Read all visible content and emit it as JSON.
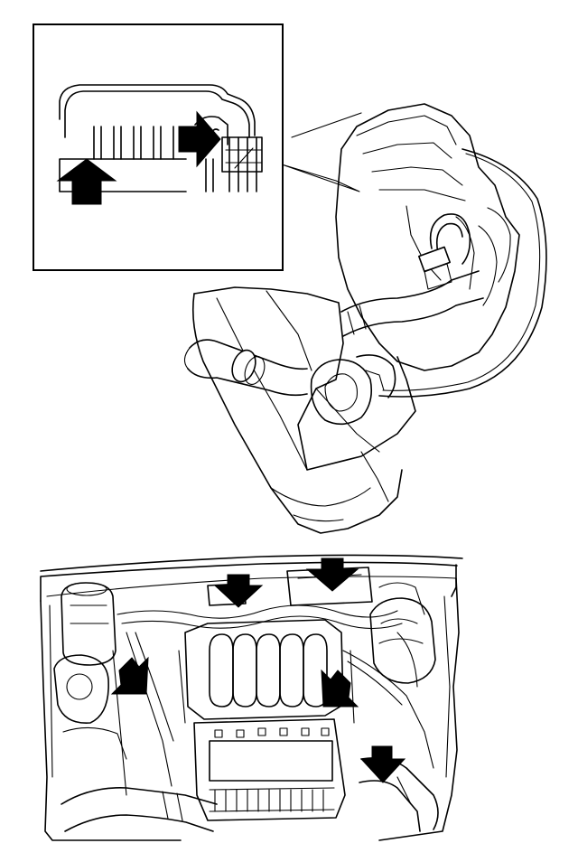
{
  "figure": {
    "colors": {
      "line": "#000000",
      "background": "#ffffff",
      "arrow_fill": "#000000"
    },
    "inset": {
      "arrow_count": 2,
      "arrows": [
        "up",
        "right"
      ]
    },
    "engine_bay": {
      "arrow_count": 5,
      "arrows": [
        "down",
        "down",
        "down-right",
        "down-left",
        "down"
      ]
    }
  }
}
